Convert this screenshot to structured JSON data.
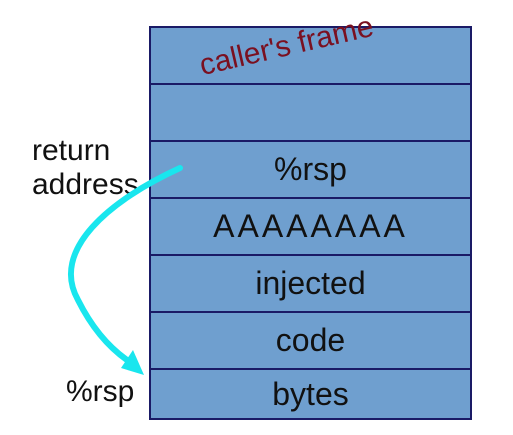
{
  "stack": {
    "cells": [
      {
        "label": ""
      },
      {
        "label": ""
      },
      {
        "label": "%rsp"
      },
      {
        "label": "AAAAAAAA"
      },
      {
        "label": "injected"
      },
      {
        "label": "code"
      },
      {
        "label": "bytes"
      }
    ],
    "caller_frame_label": "caller's frame"
  },
  "side_labels": {
    "return_line1": "return",
    "return_line2": "address",
    "rsp": "%rsp"
  },
  "colors": {
    "cell_fill": "#6f9fcf",
    "cell_border": "#1a1a66",
    "arrow": "#19e6ee",
    "caller_text": "#7a1020"
  }
}
